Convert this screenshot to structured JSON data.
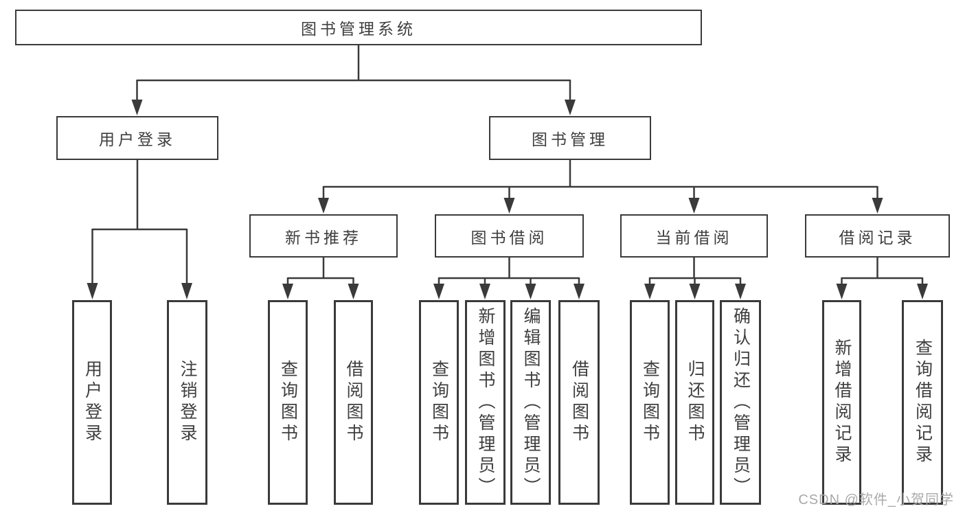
{
  "diagram": {
    "root": {
      "label": "图书管理系统"
    },
    "level2": [
      {
        "label": "用户登录"
      },
      {
        "label": "图书管理"
      }
    ],
    "level3": [
      {
        "label": "新书推荐"
      },
      {
        "label": "图书借阅"
      },
      {
        "label": "当前借阅"
      },
      {
        "label": "借阅记录"
      }
    ],
    "leaves": {
      "user_login": [
        "用户登录",
        "注销登录"
      ],
      "new_book": [
        "查询图书",
        "借阅图书"
      ],
      "book_borrow": [
        "查询图书",
        "新增图书（管理员）",
        "编辑图书（管理员）",
        "借阅图书"
      ],
      "current_borrow": [
        "查询图书",
        "归还图书",
        "确认归还（管理员）"
      ],
      "borrow_record": [
        "新增借阅记录",
        "查询借阅记录"
      ]
    }
  },
  "watermark": {
    "text": "CSDN @软件_小贺同学"
  },
  "colors": {
    "line": "#3a3a3a",
    "text": "#3e3e3e",
    "box_background": "#ffffff",
    "page_background": "#ffffff",
    "watermark": "#a9a9a9"
  }
}
